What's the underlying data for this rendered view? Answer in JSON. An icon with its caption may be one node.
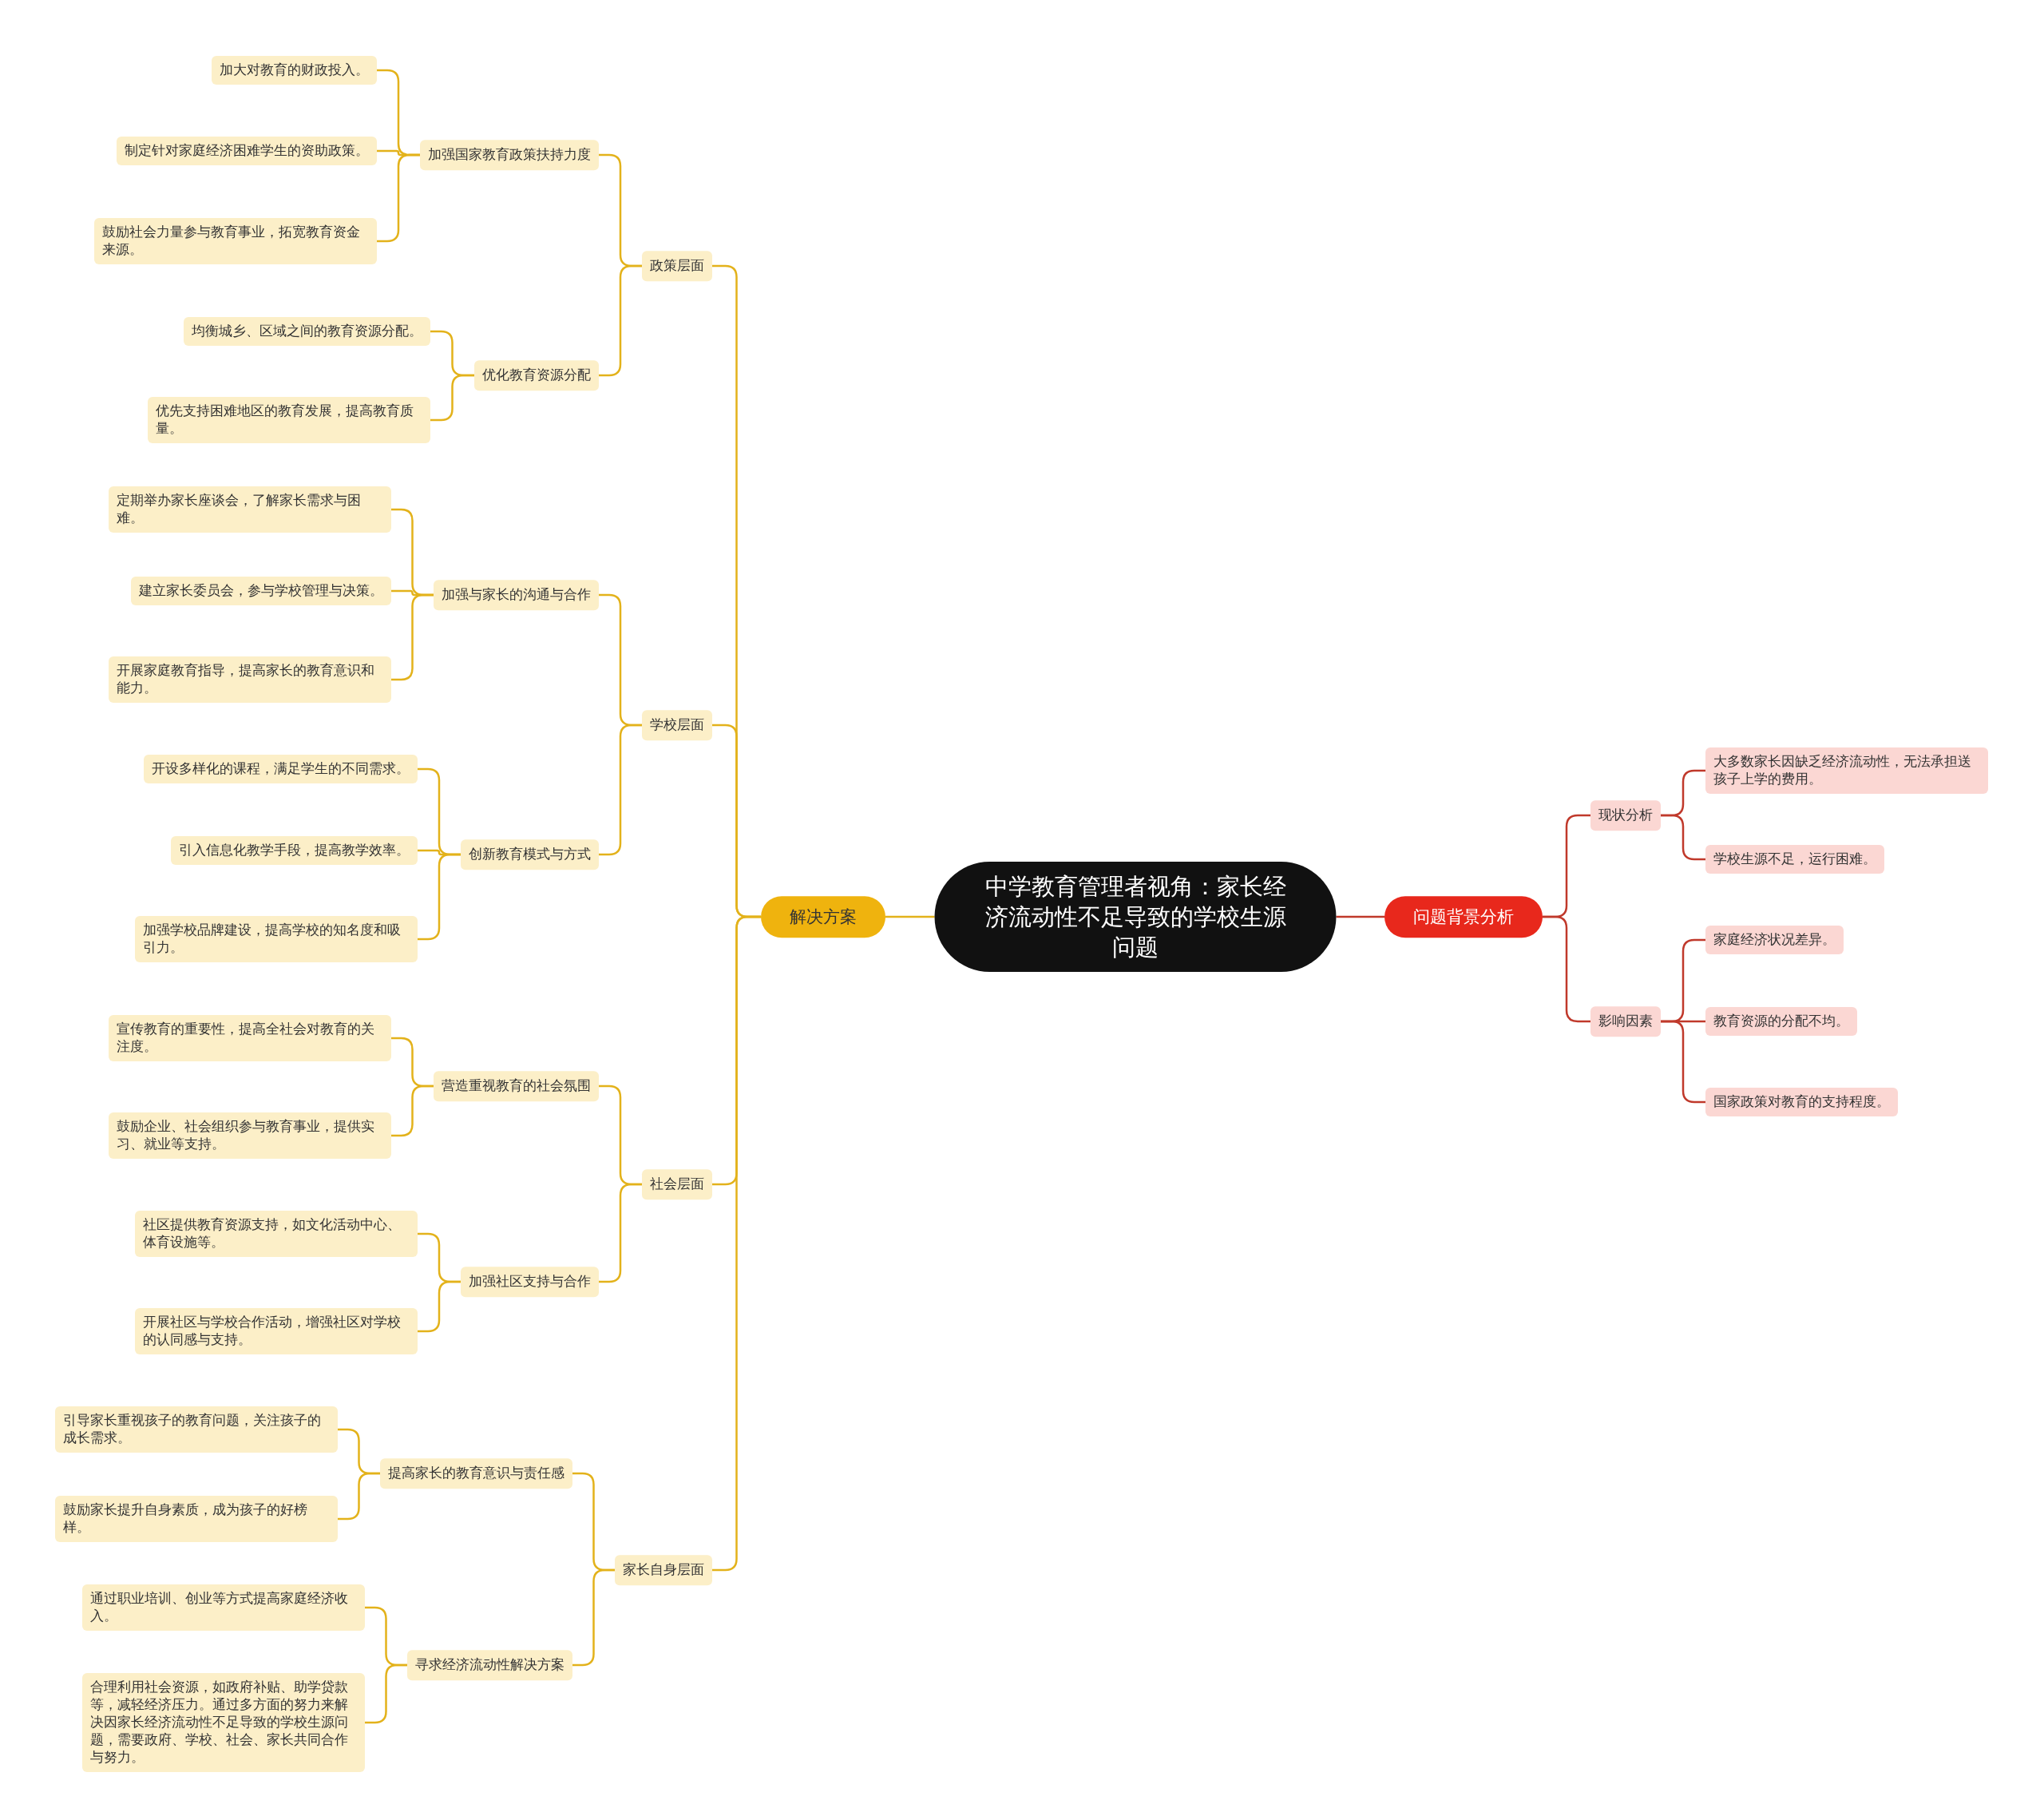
{
  "diagram": {
    "nodes": [
      {
        "text": [
          "中学教育管理者视角：家长经济流动性不足导致的学校生源问题"
        ]
      },
      {
        "text": [
          "解决方案"
        ]
      },
      {
        "text": [
          "政策层面"
        ]
      },
      {
        "text": [
          "加强国家教育政策扶持力度"
        ]
      },
      {
        "text": [
          "加大对教育的财政投入。"
        ]
      },
      {
        "text": [
          "制定针对家庭经济困难学生的资助政策。"
        ]
      },
      {
        "text": [
          "鼓励社会力量参与教育事业，拓宽教育资金来源。"
        ]
      },
      {
        "text": [
          "优化教育资源分配"
        ]
      },
      {
        "text": [
          "均衡城乡、区域之间的教育资源分配。"
        ]
      },
      {
        "text": [
          "优先支持困难地区的教育发展，提高教育质量。"
        ]
      },
      {
        "text": [
          "学校层面"
        ]
      },
      {
        "text": [
          "加强与家长的沟通与合作"
        ]
      },
      {
        "text": [
          "定期举办家长座谈会，了解家长需求与困难。"
        ]
      },
      {
        "text": [
          "建立家长委员会，参与学校管理与决策。"
        ]
      },
      {
        "text": [
          "开展家庭教育指导，提高家长的教育意识和能力。"
        ]
      },
      {
        "text": [
          "创新教育模式与方式"
        ]
      },
      {
        "text": [
          "开设多样化的课程，满足学生的不同需求。"
        ]
      },
      {
        "text": [
          "引入信息化教学手段，提高教学效率。"
        ]
      },
      {
        "text": [
          "加强学校品牌建设，提高学校的知名度和吸引力。"
        ]
      },
      {
        "text": [
          "社会层面"
        ]
      },
      {
        "text": [
          "营造重视教育的社会氛围"
        ]
      },
      {
        "text": [
          "宣传教育的重要性，提高全社会对教育的关注度。"
        ]
      },
      {
        "text": [
          "鼓励企业、社会组织参与教育事业，提供实习、就业等支持。"
        ]
      },
      {
        "text": [
          "加强社区支持与合作"
        ]
      },
      {
        "text": [
          "社区提供教育资源支持，如文化活动中心、体育设施等。"
        ]
      },
      {
        "text": [
          "开展社区与学校合作活动，增强社区对学校的认同感与支持。"
        ]
      },
      {
        "text": [
          "家长自身层面"
        ]
      },
      {
        "text": [
          "提高家长的教育意识与责任感"
        ]
      },
      {
        "text": [
          "引导家长重视孩子的教育问题，关注孩子的成长需求。"
        ]
      },
      {
        "text": [
          "鼓励家长提升自身素质，成为孩子的好榜样。"
        ]
      },
      {
        "text": [
          "寻求经济流动性解决方案"
        ]
      },
      {
        "text": [
          "通过职业培训、创业等方式提高家庭经济收入。"
        ]
      },
      {
        "text": [
          "合理利用社会资源，如政府补贴、助学贷款等，减轻经济压力。通过多方面的努力来解决因家长经济流动性不足导致的学校生源问题，需要政府、学校、社会、家长共同合作与努力。"
        ]
      },
      {
        "text": [
          "问题背景分析"
        ]
      },
      {
        "text": [
          "现状分析"
        ]
      },
      {
        "text": [
          "大多数家长因缺乏经济流动性，无法承担送孩子上学的费用。"
        ]
      },
      {
        "text": [
          "学校生源不足，运行困难。"
        ]
      },
      {
        "text": [
          "影响因素"
        ]
      },
      {
        "text": [
          "家庭经济状况差异。"
        ]
      },
      {
        "text": [
          "教育资源的分配不均。"
        ]
      },
      {
        "text": [
          "国家政策对教育的支持程度。"
        ]
      }
    ],
    "edges": [
      {
        "from": 0,
        "to": 1,
        "arrow": "none"
      },
      {
        "from": 0,
        "to": 33,
        "arrow": "none",
        "color": "#c0392b"
      },
      {
        "from": 1,
        "to": 2,
        "arrow": "none"
      },
      {
        "from": 1,
        "to": 10,
        "arrow": "none"
      },
      {
        "from": 1,
        "to": 19,
        "arrow": "none"
      },
      {
        "from": 1,
        "to": 26,
        "arrow": "none"
      },
      {
        "from": 2,
        "to": 3,
        "arrow": "none"
      },
      {
        "from": 2,
        "to": 7,
        "arrow": "none"
      },
      {
        "from": 3,
        "to": 4,
        "arrow": "none"
      },
      {
        "from": 3,
        "to": 5,
        "arrow": "none"
      },
      {
        "from": 3,
        "to": 6,
        "arrow": "none"
      },
      {
        "from": 7,
        "to": 8,
        "arrow": "none"
      },
      {
        "from": 7,
        "to": 9,
        "arrow": "none"
      },
      {
        "from": 10,
        "to": 11,
        "arrow": "none"
      },
      {
        "from": 10,
        "to": 15,
        "arrow": "none"
      },
      {
        "from": 11,
        "to": 12,
        "arrow": "none"
      },
      {
        "from": 11,
        "to": 13,
        "arrow": "none"
      },
      {
        "from": 11,
        "to": 14,
        "arrow": "none"
      },
      {
        "from": 15,
        "to": 16,
        "arrow": "none"
      },
      {
        "from": 15,
        "to": 17,
        "arrow": "none"
      },
      {
        "from": 15,
        "to": 18,
        "arrow": "none"
      },
      {
        "from": 19,
        "to": 20,
        "arrow": "none"
      },
      {
        "from": 19,
        "to": 23,
        "arrow": "none"
      },
      {
        "from": 20,
        "to": 21,
        "arrow": "none"
      },
      {
        "from": 20,
        "to": 22,
        "arrow": "none"
      },
      {
        "from": 23,
        "to": 24,
        "arrow": "none"
      },
      {
        "from": 23,
        "to": 25,
        "arrow": "none"
      },
      {
        "from": 26,
        "to": 27,
        "arrow": "none"
      },
      {
        "from": 26,
        "to": 30,
        "arrow": "none"
      },
      {
        "from": 27,
        "to": 28,
        "arrow": "none"
      },
      {
        "from": 27,
        "to": 29,
        "arrow": "none"
      },
      {
        "from": 30,
        "to": 31,
        "arrow": "none"
      },
      {
        "from": 30,
        "to": 32,
        "arrow": "none"
      },
      {
        "from": 33,
        "to": 34,
        "arrow": "none",
        "color": "#c0392b"
      },
      {
        "from": 33,
        "to": 37,
        "arrow": "none",
        "color": "#c0392b"
      },
      {
        "from": 34,
        "to": 35,
        "arrow": "none",
        "color": "#c0392b"
      },
      {
        "from": 34,
        "to": 36,
        "arrow": "none",
        "color": "#c0392b"
      },
      {
        "from": 37,
        "to": 38,
        "arrow": "none",
        "color": "#c0392b"
      },
      {
        "from": 37,
        "to": 39,
        "arrow": "none",
        "color": "#c0392b"
      },
      {
        "from": 37,
        "to": 40,
        "arrow": "none",
        "color": "#c0392b"
      }
    ]
  }
}
